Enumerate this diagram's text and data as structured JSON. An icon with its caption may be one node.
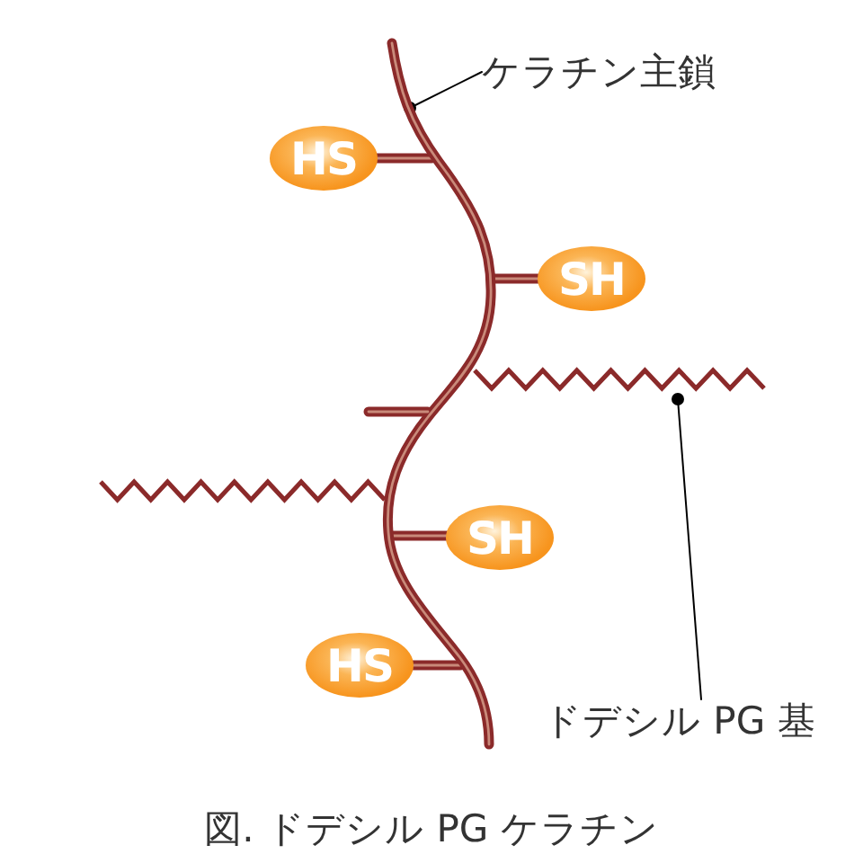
{
  "diagram": {
    "caption": "図. ドデシル PG ケラチン",
    "nodes": [
      {
        "text": [
          "ケラチン主鎖"
        ]
      },
      {
        "text": [],
        "shape": "picture"
      },
      {
        "text": [
          "HS"
        ]
      },
      {
        "text": [
          "SH"
        ]
      },
      {
        "text": [],
        "shape": "picture"
      },
      {
        "text": [],
        "shape": "picture"
      },
      {
        "text": [
          "SH"
        ]
      },
      {
        "text": [
          "HS"
        ]
      },
      {
        "text": [
          "ドデシル PG 基"
        ]
      }
    ],
    "edges": [
      {
        "from": 0,
        "to": 1,
        "arrow": "other",
        "color": "#000000"
      },
      {
        "from": 8,
        "to": 4,
        "arrow": "other",
        "color": "#000000"
      },
      {
        "from": 2,
        "to": 1,
        "arrow": "none"
      },
      {
        "from": 3,
        "to": 1,
        "arrow": "none"
      },
      {
        "from": 6,
        "to": 1,
        "arrow": "none"
      },
      {
        "from": 7,
        "to": 1,
        "arrow": "none"
      }
    ]
  }
}
